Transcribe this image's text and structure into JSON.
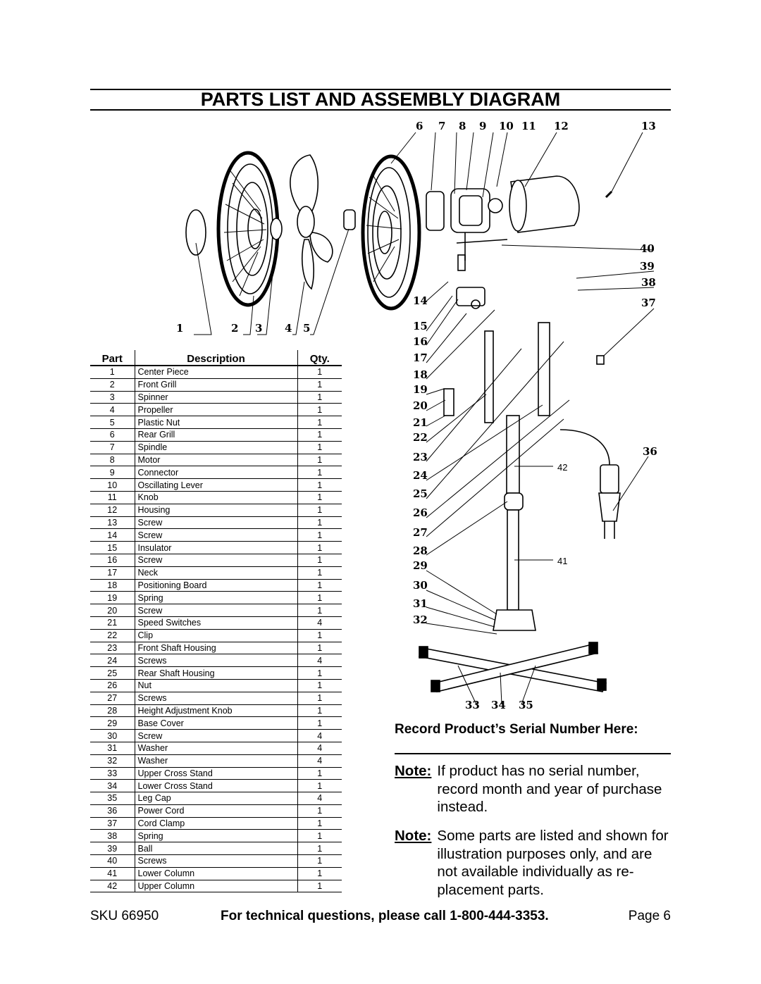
{
  "title": "PARTS LIST AND ASSEMBLY DIAGRAM",
  "table": {
    "headers": {
      "part": "Part",
      "description": "Description",
      "qty": "Qty."
    },
    "rows": [
      {
        "part": "1",
        "description": "Center Piece",
        "qty": "1"
      },
      {
        "part": "2",
        "description": "Front Grill",
        "qty": "1"
      },
      {
        "part": "3",
        "description": "Spinner",
        "qty": "1"
      },
      {
        "part": "4",
        "description": "Propeller",
        "qty": "1"
      },
      {
        "part": "5",
        "description": "Plastic Nut",
        "qty": "1"
      },
      {
        "part": "6",
        "description": "Rear Grill",
        "qty": "1"
      },
      {
        "part": "7",
        "description": "Spindle",
        "qty": "1"
      },
      {
        "part": "8",
        "description": "Motor",
        "qty": "1"
      },
      {
        "part": "9",
        "description": "Connector",
        "qty": "1"
      },
      {
        "part": "10",
        "description": "Oscillating Lever",
        "qty": "1"
      },
      {
        "part": "11",
        "description": "Knob",
        "qty": "1"
      },
      {
        "part": "12",
        "description": "Housing",
        "qty": "1"
      },
      {
        "part": "13",
        "description": "Screw",
        "qty": "1"
      },
      {
        "part": "14",
        "description": "Screw",
        "qty": "1"
      },
      {
        "part": "15",
        "description": "Insulator",
        "qty": "1"
      },
      {
        "part": "16",
        "description": "Screw",
        "qty": "1"
      },
      {
        "part": "17",
        "description": "Neck",
        "qty": "1"
      },
      {
        "part": "18",
        "description": "Positioning Board",
        "qty": "1"
      },
      {
        "part": "19",
        "description": "Spring",
        "qty": "1"
      },
      {
        "part": "20",
        "description": "Screw",
        "qty": "1"
      },
      {
        "part": "21",
        "description": "Speed Switches",
        "qty": "4"
      },
      {
        "part": "22",
        "description": "Clip",
        "qty": "1"
      },
      {
        "part": "23",
        "description": "Front Shaft Housing",
        "qty": "1"
      },
      {
        "part": "24",
        "description": "Screws",
        "qty": "4"
      },
      {
        "part": "25",
        "description": "Rear Shaft Housing",
        "qty": "1"
      },
      {
        "part": "26",
        "description": "Nut",
        "qty": "1"
      },
      {
        "part": "27",
        "description": "Screws",
        "qty": "1"
      },
      {
        "part": "28",
        "description": "Height Adjustment Knob",
        "qty": "1"
      },
      {
        "part": "29",
        "description": "Base Cover",
        "qty": "1"
      },
      {
        "part": "30",
        "description": "Screw",
        "qty": "4"
      },
      {
        "part": "31",
        "description": "Washer",
        "qty": "4"
      },
      {
        "part": "32",
        "description": "Washer",
        "qty": "4"
      },
      {
        "part": "33",
        "description": "Upper Cross Stand",
        "qty": "1"
      },
      {
        "part": "34",
        "description": "Lower Cross Stand",
        "qty": "1"
      },
      {
        "part": "35",
        "description": "Leg Cap",
        "qty": "4"
      },
      {
        "part": "36",
        "description": "Power Cord",
        "qty": "1"
      },
      {
        "part": "37",
        "description": "Cord Clamp",
        "qty": "1"
      },
      {
        "part": "38",
        "description": "Spring",
        "qty": "1"
      },
      {
        "part": "39",
        "description": "Ball",
        "qty": "1"
      },
      {
        "part": "40",
        "description": "Screws",
        "qty": "1"
      },
      {
        "part": "41",
        "description": "Lower Column",
        "qty": "1"
      },
      {
        "part": "42",
        "description": "Upper Column",
        "qty": "1"
      }
    ]
  },
  "diagram": {
    "callouts_top": [
      "6",
      "7",
      "8",
      "9",
      "10",
      "11",
      "12",
      "13"
    ],
    "callouts_left_parts": [
      "1",
      "2",
      "3",
      "4",
      "5"
    ],
    "callouts_right": [
      "40",
      "39",
      "38",
      "37",
      "36"
    ],
    "callouts_left_column": [
      "14",
      "15",
      "16",
      "17",
      "18",
      "19",
      "20",
      "21",
      "22",
      "23",
      "24",
      "25",
      "26",
      "27",
      "28",
      "29",
      "30",
      "31",
      "32"
    ],
    "callouts_bottom": [
      "33",
      "34",
      "35"
    ],
    "column_labels": [
      "42",
      "41"
    ]
  },
  "record": {
    "heading": "Record Product’s Serial Number Here:",
    "note1_label": "Note:",
    "note1_text": "If product has no serial number, record month and year of purchase instead.",
    "note2_label": "Note:",
    "note2_text": "Some parts are listed and shown for illustration purposes only, and are not available individually as re-placement parts."
  },
  "footer": {
    "sku": "SKU 66950",
    "tech": "For technical questions, please call 1-800-444-3353.",
    "page": "Page 6"
  }
}
